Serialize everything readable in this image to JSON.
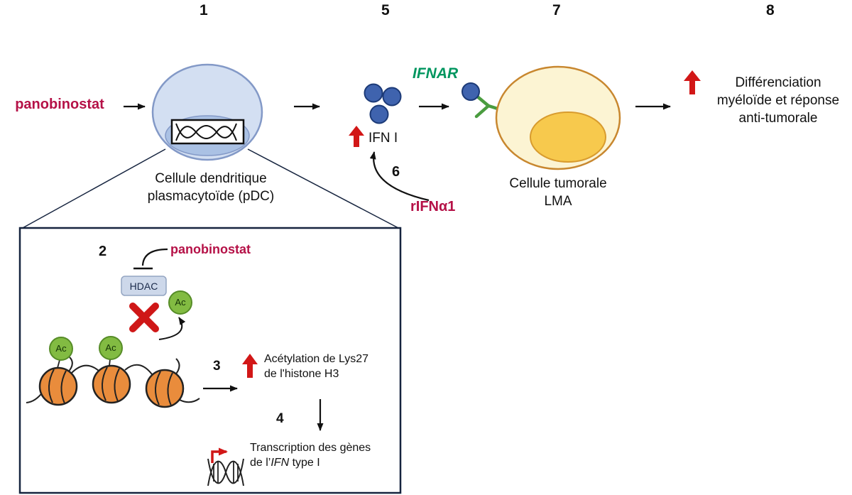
{
  "step_numbers": {
    "s1": "1",
    "s2": "2",
    "s3": "3",
    "s4": "4",
    "s5": "5",
    "s6": "6",
    "s7": "7",
    "s8": "8"
  },
  "top_flow": {
    "panobinostat": "panobinostat",
    "pdc_label_line1": "Cellule dendritique",
    "pdc_label_line2": "plasmacytoïde (pDC)",
    "ifn_label": "IFN I",
    "ifnar_label": "IFNAR",
    "rifna1_label": "rIFNα1",
    "tumor_label_line1": "Cellule tumorale",
    "tumor_label_line2": "LMA",
    "outcome_line1": "Différenciation",
    "outcome_line2": "myéloïde et réponse",
    "outcome_line3": "anti-tumorale"
  },
  "inset": {
    "panobinostat": "panobinostat",
    "hdac_label": "HDAC",
    "ac_label": "Ac",
    "acetylation_line1": "Acétylation de Lys27",
    "acetylation_line2": "de l'histone H3",
    "transcription_line1": "Transcription des gènes",
    "transcription_prefix": "de l’",
    "transcription_gene": "IFN",
    "transcription_suffix": " type I"
  },
  "colors": {
    "crimson": "#b51147",
    "red_arrow": "#d21717",
    "green_receptor": "#4a9c3f",
    "green_ifnar": "#00965f",
    "blue_molecule": "#3f63ae",
    "orange_nucleosome": "#e98c3c",
    "green_ac": "#82bb42",
    "cell_blue": "#d3dff2",
    "tumor_cream": "#fcf4d3",
    "nucleus_yellow": "#f7c94d"
  }
}
